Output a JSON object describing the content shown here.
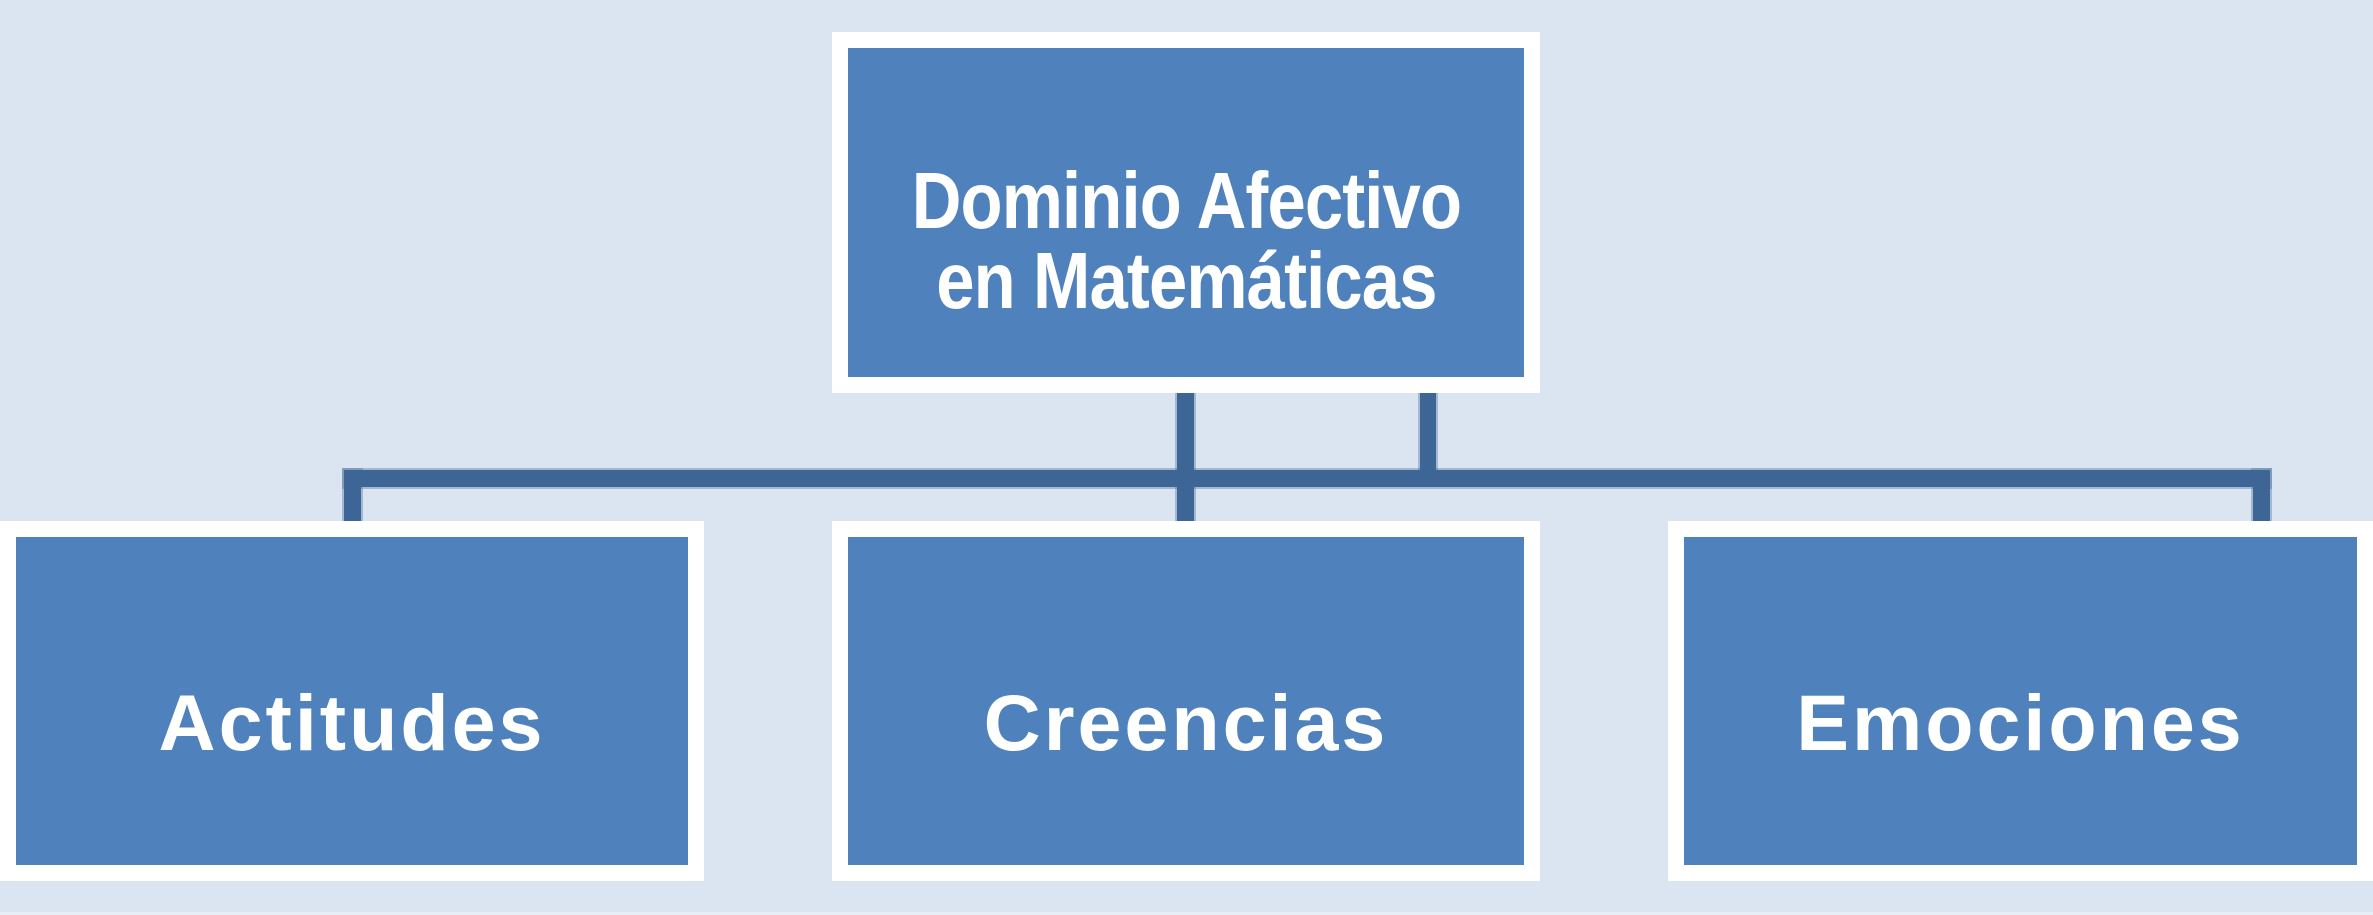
{
  "diagram": {
    "type": "hierarchy",
    "colors": {
      "background": "#DBE5F1",
      "node_fill": "#4F81BD",
      "node_border": "#FFFFFF",
      "text": "#FFFFFF",
      "connector": "#3D6696"
    },
    "root": {
      "line1": "Dominio Afectivo",
      "line2": "en Matemáticas"
    },
    "children": [
      {
        "label": "Actitudes"
      },
      {
        "label": "Creencias"
      },
      {
        "label": "Emociones"
      }
    ]
  }
}
